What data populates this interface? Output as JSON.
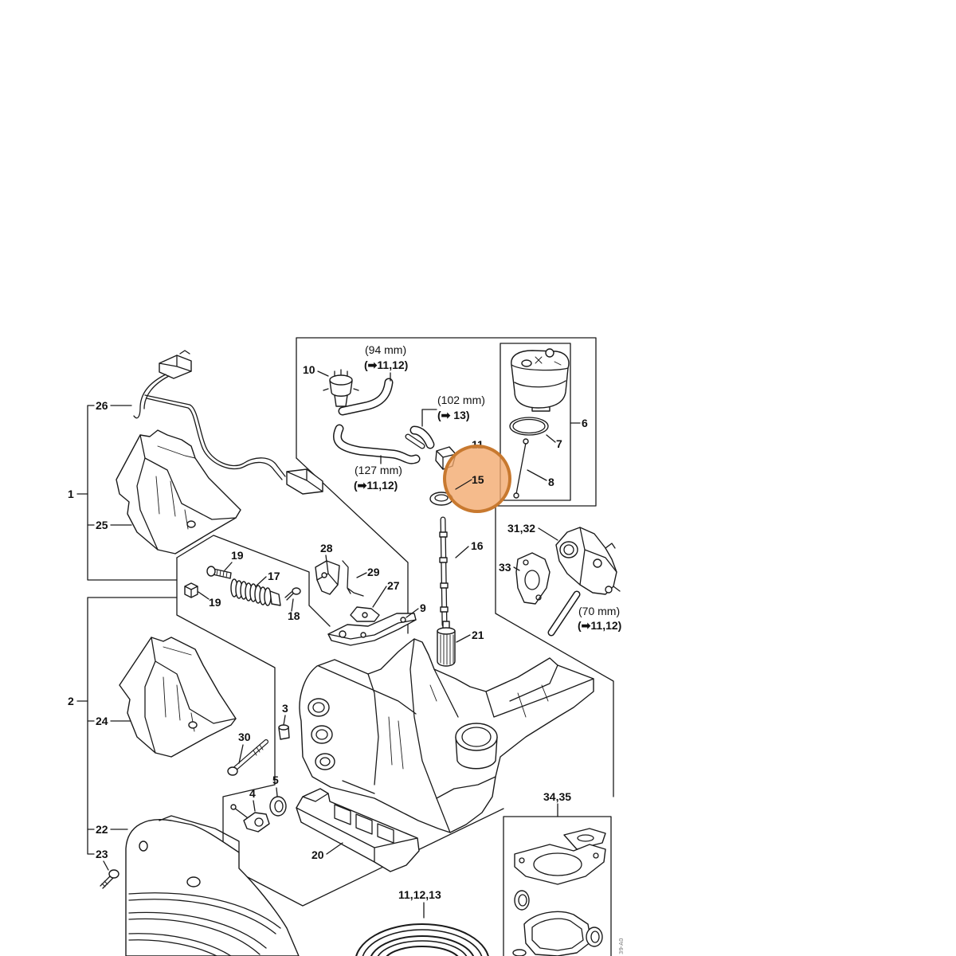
{
  "diagram": {
    "highlight": {
      "label": "15",
      "fill": "#f2a86b",
      "stroke": "#c8792f"
    },
    "callouts": {
      "p1": "1",
      "p2": "2",
      "p3": "3",
      "p4": "4",
      "p5": "5",
      "p6": "6",
      "p7": "7",
      "p8": "8",
      "p9": "9",
      "p10": "10",
      "p11": "11",
      "p16": "16",
      "p17": "17",
      "p18": "18",
      "p19a": "19",
      "p19b": "19",
      "p20": "20",
      "p21": "21",
      "p22": "22",
      "p23": "23",
      "p24": "24",
      "p25": "25",
      "p26": "26",
      "p27": "27",
      "p28": "28",
      "p29": "29",
      "p30": "30",
      "p31_32": "31,32",
      "p33": "33",
      "p34_35": "34,35",
      "p11_12_13": "11,12,13"
    },
    "hoses": [
      {
        "length": "(94 mm)",
        "ref": "(➡11,12)"
      },
      {
        "length": "(102 mm)",
        "ref": "(➡ 13)"
      },
      {
        "length": "(127 mm)",
        "ref": "(➡11,12)"
      },
      {
        "length": "(70 mm)",
        "ref": "(➡11,12)"
      }
    ],
    "drawing_code": "39-A0"
  }
}
